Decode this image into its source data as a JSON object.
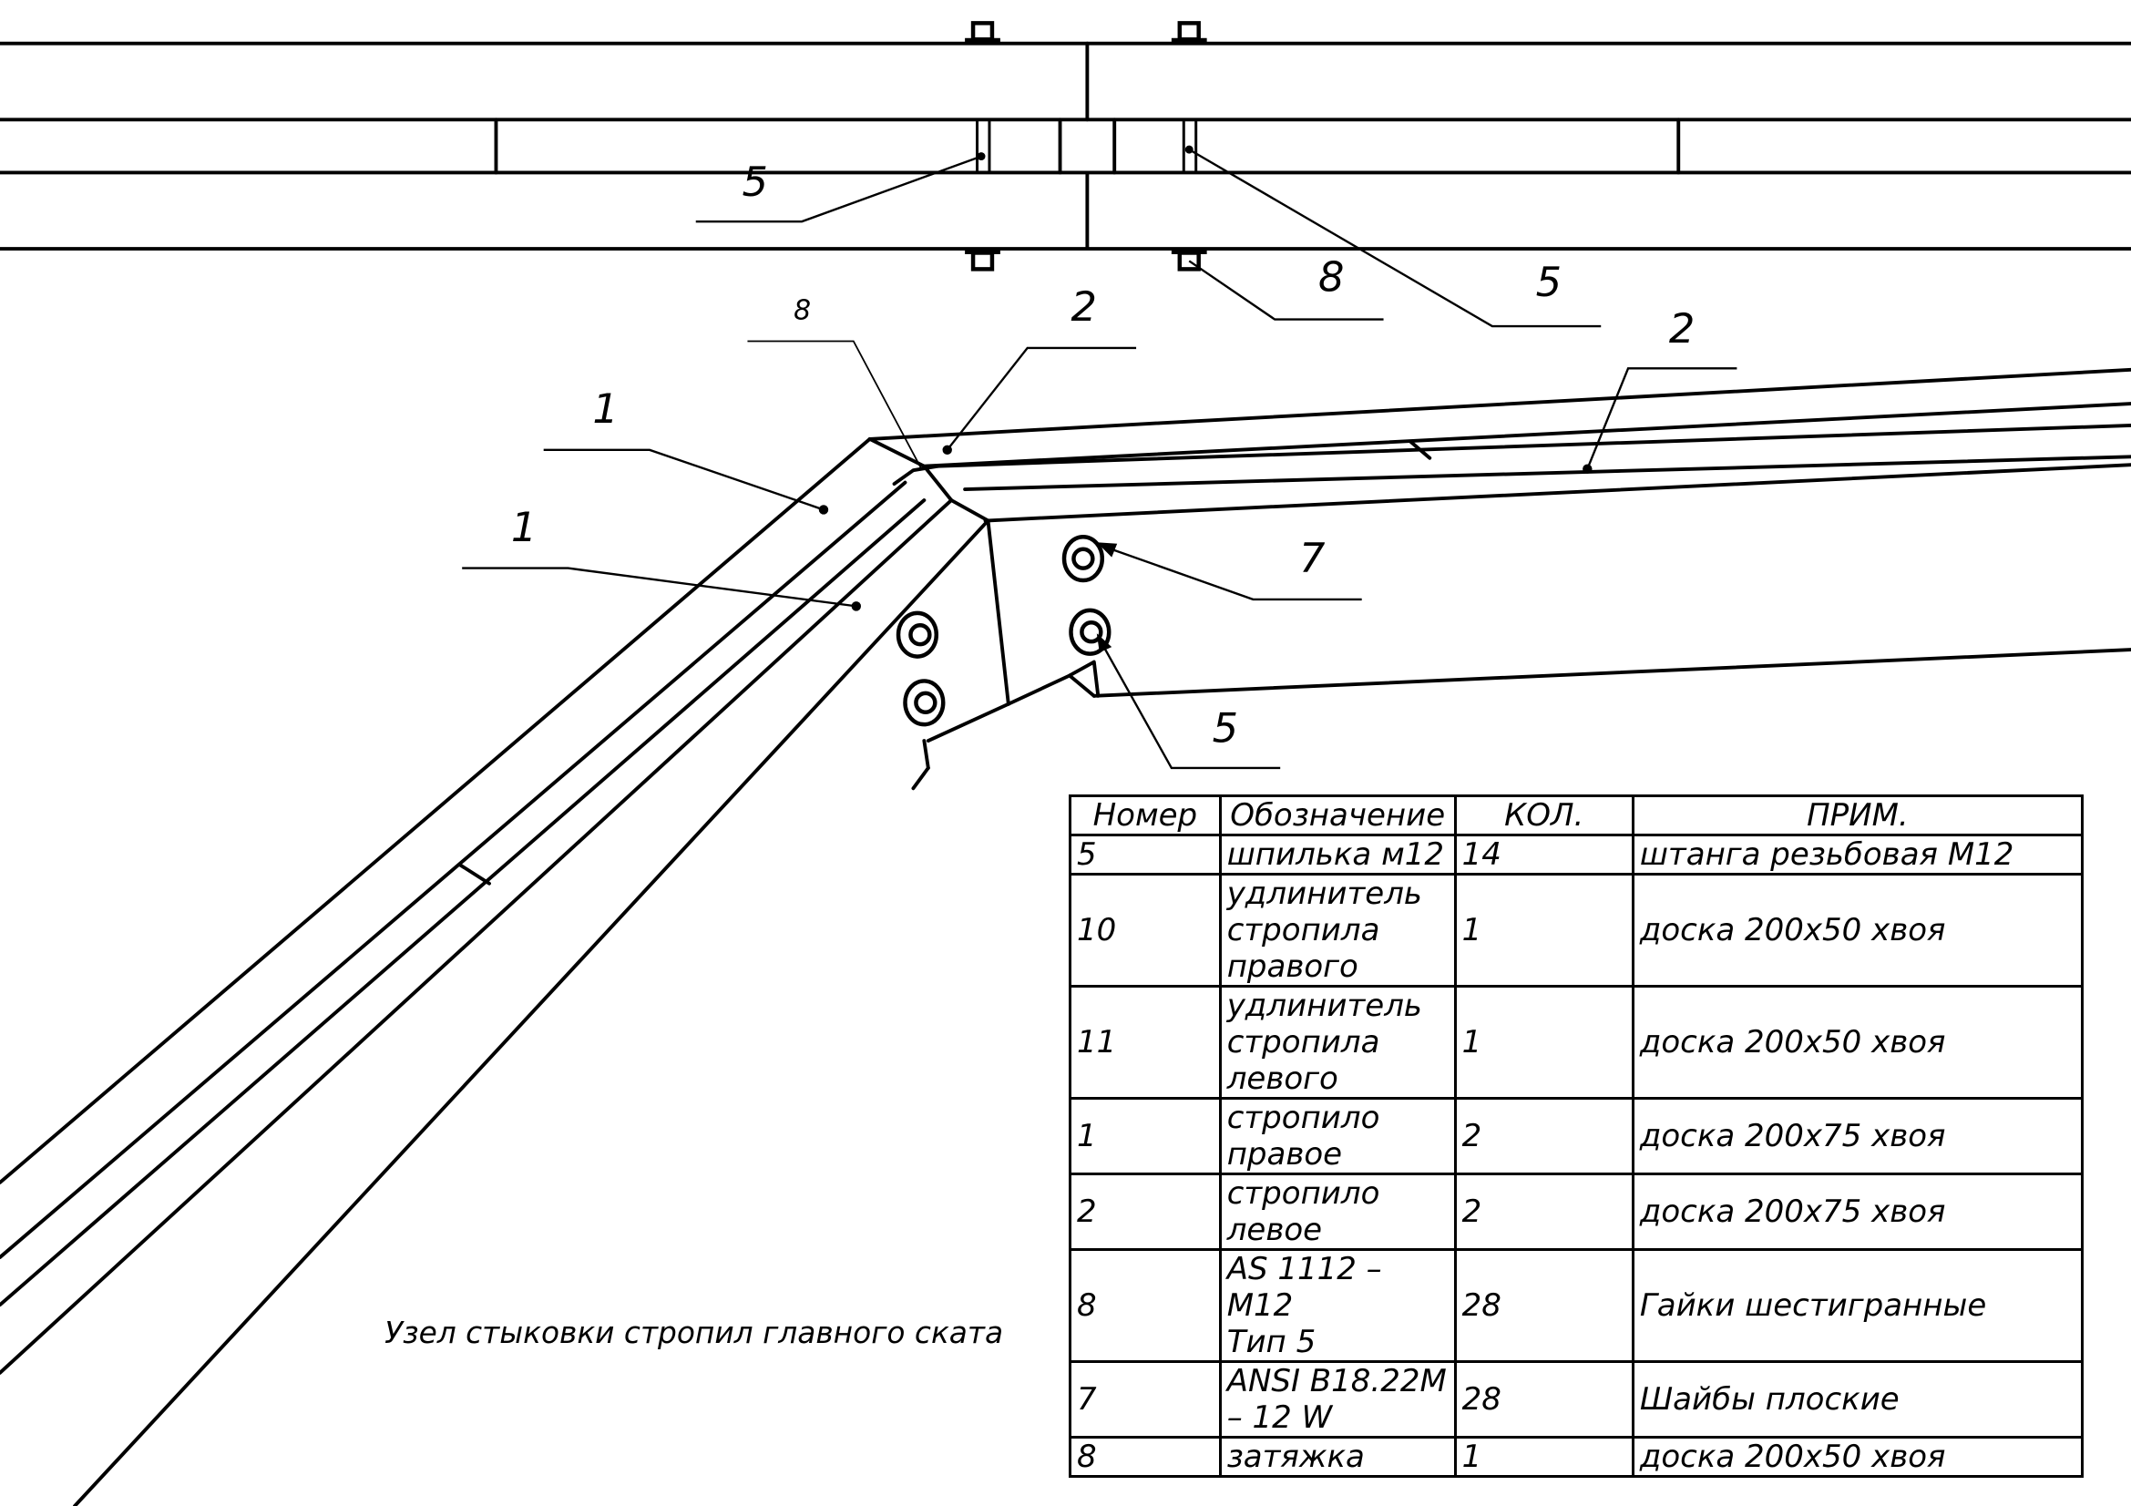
{
  "caption": "Узел стыковки стропил главного ската",
  "callouts": {
    "top_left_5": "5",
    "top_nut_8": "8",
    "top_right_5": "5",
    "tie_8": "8",
    "rafter_left_2": "2",
    "rafter_right_2": "2",
    "rafter_1_upper": "1",
    "rafter_1_lower": "1",
    "washer_7": "7",
    "stud_5": "5"
  },
  "spec_table": {
    "headers": [
      "Номер",
      "Обозначение",
      "КОЛ.",
      "ПРИМ."
    ],
    "rows": [
      {
        "num": "5",
        "name": "шпилька м12",
        "qty": "14",
        "note": "штанга резьбовая М12"
      },
      {
        "num": "10",
        "name": "удлинитель\nстропила\nправого",
        "qty": "1",
        "note": "доска 200x50 хвоя"
      },
      {
        "num": "11",
        "name": "удлинитель\nстропила\nлевого",
        "qty": "1",
        "note": "доска 200x50 хвоя"
      },
      {
        "num": "1",
        "name": "стропило\nправое",
        "qty": "2",
        "note": "доска 200x75 хвоя"
      },
      {
        "num": "2",
        "name": "стропило\nлевое",
        "qty": "2",
        "note": "доска 200x75 хвоя"
      },
      {
        "num": "8",
        "name": "AS 1112 – M12\nТип 5",
        "qty": "28",
        "note": "Гайки шестигранные"
      },
      {
        "num": "7",
        "name": "ANSI B18.22M\n– 12 W",
        "qty": "28",
        "note": "Шайбы плоские"
      },
      {
        "num": "8",
        "name": "затяжка",
        "qty": "1",
        "note": "доска 200x50 хвоя"
      }
    ]
  }
}
